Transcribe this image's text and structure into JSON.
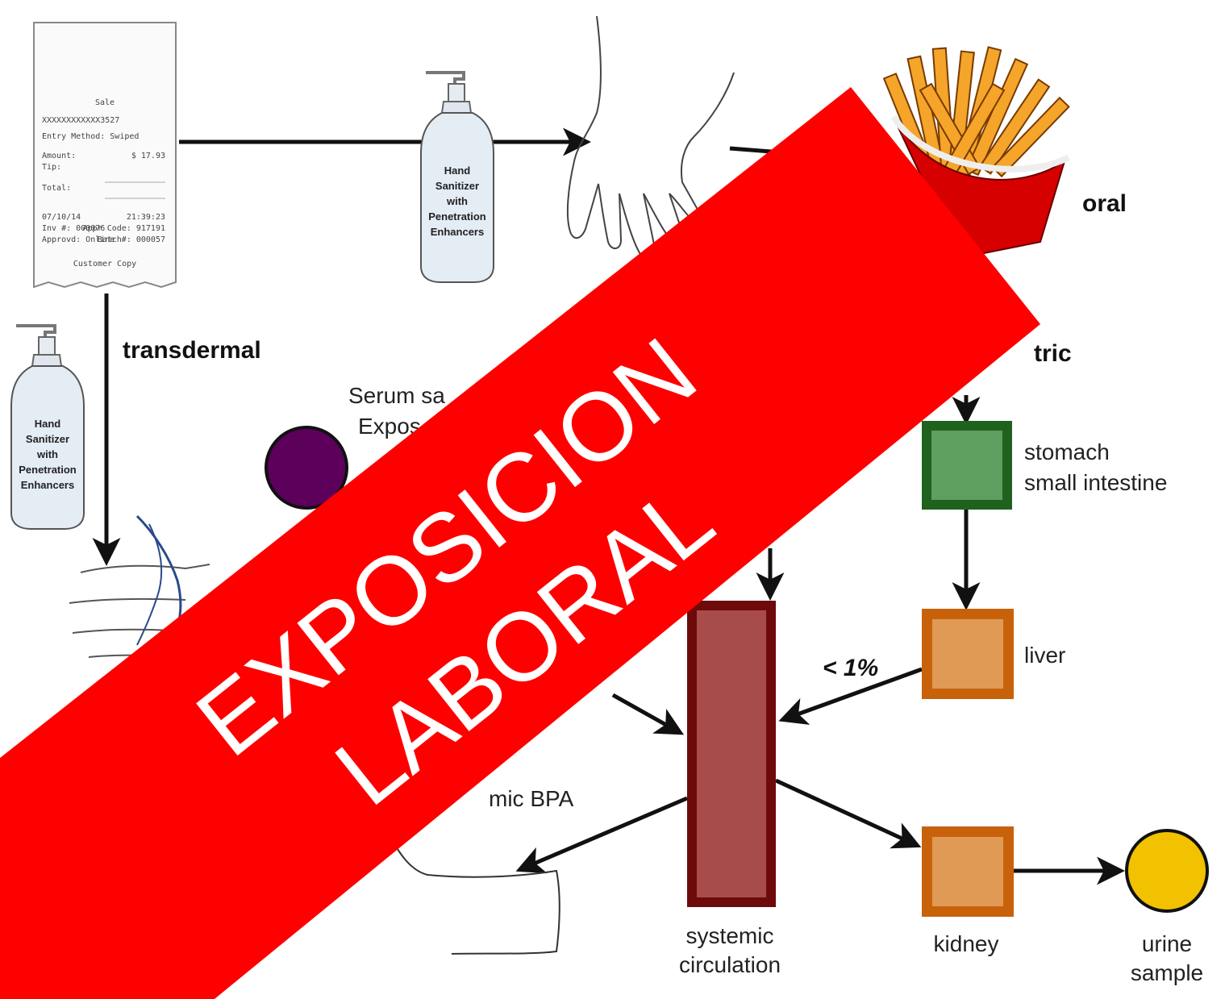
{
  "receipt": {
    "header_lines": [
      "",
      "",
      ""
    ],
    "sale_label": "Sale",
    "card_line": "XXXXXXXXXXXX3527",
    "row1": "Entry Method: Swiped",
    "amount_label": "Amount:",
    "amount_value": "$ 17.93",
    "tip_label": "Tip:",
    "total_label": "Total:",
    "date": "07/10/14",
    "time": "21:39:23",
    "inv": "Inv #: 000076",
    "appr": "Appr Code: 917191",
    "entry": "Approvd: Online",
    "batch": "Batch#: 000057",
    "footer1": "Customer Copy",
    "footer2": ""
  },
  "bottle_top": {
    "lines": [
      "Hand",
      "Sanitizer",
      "with",
      "Penetration",
      "Enhancers"
    ]
  },
  "bottle_left": {
    "lines": [
      "Hand",
      "Sanitizer",
      "with",
      "Penetration",
      "Enhancers"
    ]
  },
  "labels": {
    "oral": "oral",
    "transdermal": "transdermal",
    "gastric_partial": "tric",
    "serum_line1_partial": "Serum sa",
    "serum_line2_partial": "Expos",
    "stomach": "stomach",
    "small_intestine": "small intestine",
    "liver": "liver",
    "less_than_1": "< 1%",
    "systemic_bpa_partial": "mic BPA",
    "systemic": "systemic",
    "circulation": "circulation",
    "kidney": "kidney",
    "urine": "urine",
    "sample": "sample"
  },
  "banner": {
    "line1": "EXPOSICION",
    "line2": "LABORAL",
    "color": "#ff0000"
  },
  "colors": {
    "serum_circle": "#5c005c",
    "stomach_fill": "#5e9e5e",
    "stomach_border": "#1e621e",
    "liver_fill": "#e09a55",
    "liver_border": "#c8620a",
    "kidney_fill": "#e09a55",
    "kidney_border": "#c8620a",
    "circulation_fill": "#a84b4b",
    "circulation_border": "#6e0a0a",
    "urine_circle": "#f2c200"
  }
}
